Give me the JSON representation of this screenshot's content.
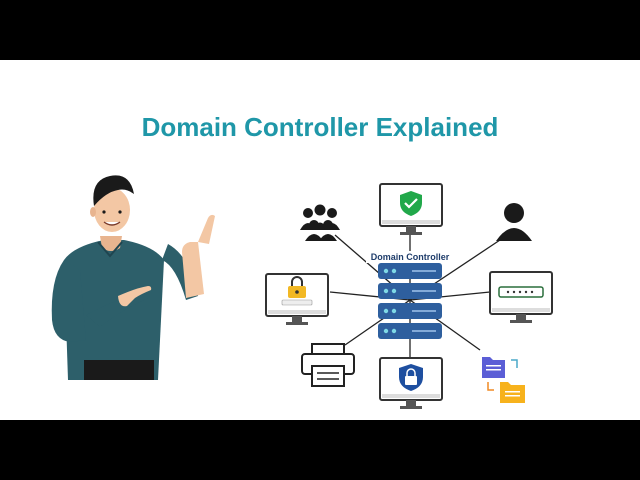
{
  "title": "Domain Controller Explained",
  "diagram": {
    "center_label": "Domain Controller",
    "nodes": [
      {
        "id": "users-group",
        "icon": "users-group-icon"
      },
      {
        "id": "monitor-shield",
        "icon": "shield-check-icon"
      },
      {
        "id": "single-user",
        "icon": "user-icon"
      },
      {
        "id": "monitor-lock",
        "icon": "lock-password-icon"
      },
      {
        "id": "monitor-login",
        "icon": "password-field-icon"
      },
      {
        "id": "printer",
        "icon": "printer-icon"
      },
      {
        "id": "monitor-security",
        "icon": "shield-lock-icon"
      },
      {
        "id": "folders",
        "icon": "folder-sync-icon"
      }
    ]
  },
  "colors": {
    "title": "#1f97a8",
    "server": "#2e5f9e",
    "shirt": "#2d5f6a",
    "shield_green": "#21a84a",
    "lock_gold": "#f2b824",
    "folder_purple": "#5b5ed6",
    "folder_gold": "#f7b21c"
  }
}
